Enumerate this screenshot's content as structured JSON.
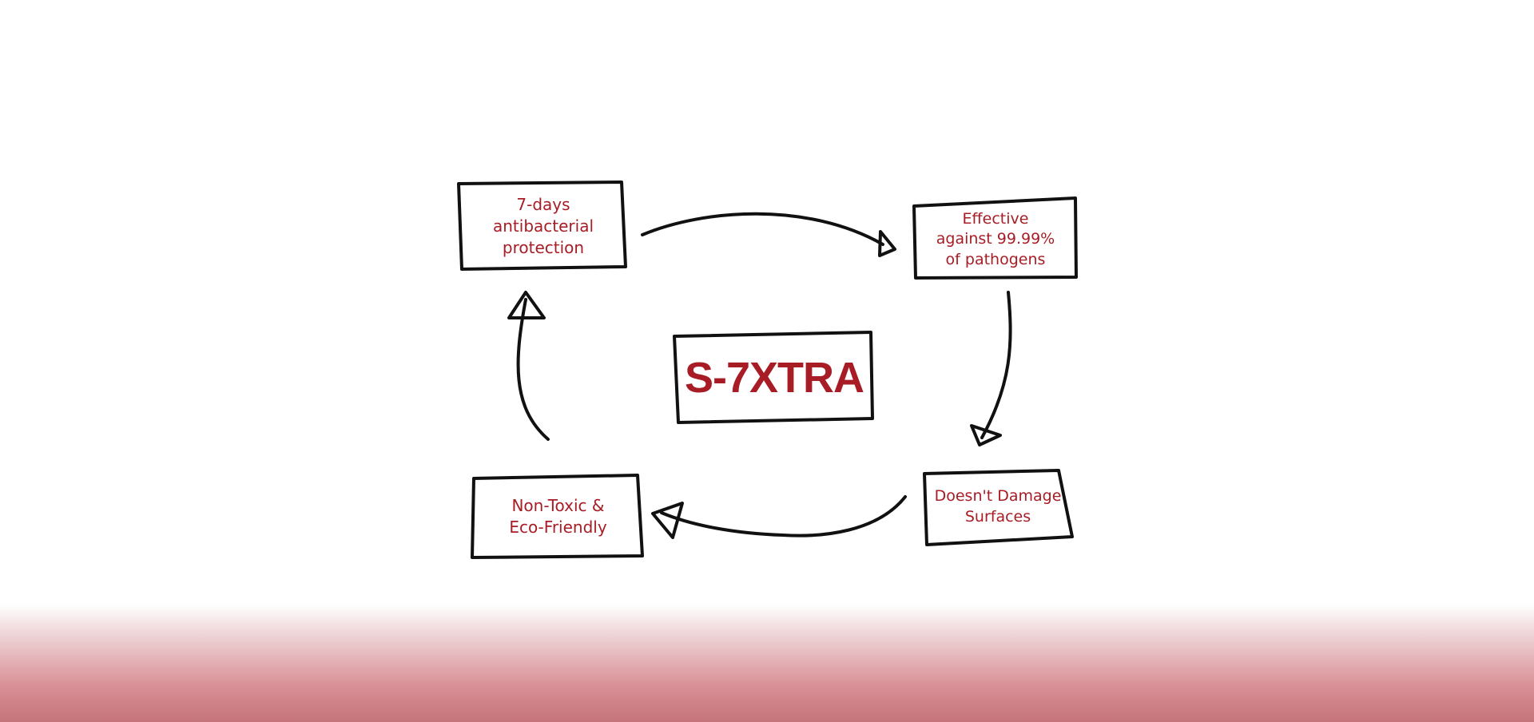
{
  "diagram": {
    "center": {
      "label": "S-7XTRA"
    },
    "nodes": [
      {
        "id": "top-left",
        "label": "7-days\nantibacterial\nprotection"
      },
      {
        "id": "top-right",
        "label": "Effective\nagainst 99.99%\nof pathogens"
      },
      {
        "id": "bottom-right",
        "label": "Doesn't Damage\nSurfaces"
      },
      {
        "id": "bottom-left",
        "label": "Non-Toxic &\nEco-Friendly"
      }
    ],
    "flow": [
      "top-left",
      "top-right",
      "bottom-right",
      "bottom-left",
      "top-left"
    ]
  },
  "colors": {
    "text": "#a81d25",
    "stroke": "#111111",
    "gradient_bottom": "#c5747b",
    "background": "#ffffff"
  }
}
